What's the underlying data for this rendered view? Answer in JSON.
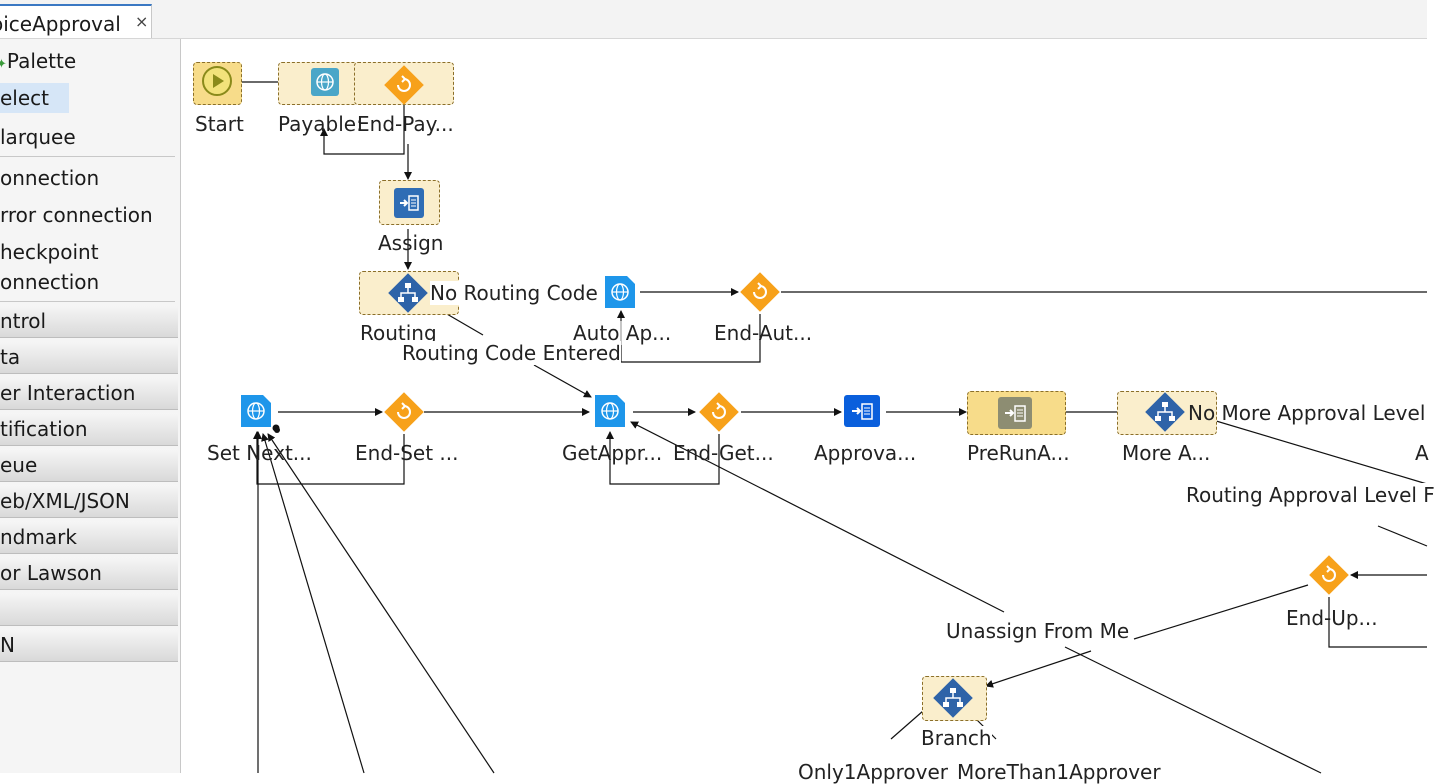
{
  "tab": {
    "title": "oiceApproval",
    "close": "×"
  },
  "palette": {
    "header": "Palette",
    "tools": [
      "elect",
      "larquee"
    ],
    "connections": [
      "onnection",
      "rror connection",
      "heckpoint",
      "onnection"
    ],
    "drawers": [
      "ntrol",
      "ta",
      "er Interaction",
      "tification",
      "eue",
      "eb/XML/JSON",
      "ndmark",
      "or Lawson",
      "",
      "N"
    ]
  },
  "nodes": {
    "start": "Start",
    "payables": "Payable:",
    "end_pay": "End-Pay...",
    "assign": "Assign",
    "routing": "Routing",
    "auto_ap": "Auto Ap...",
    "end_aut": "End-Aut...",
    "set_next": "Set Next...",
    "end_set": "End-Set ...",
    "get_appr": "GetAppr...",
    "end_get": "End-Get...",
    "approva": "Approva...",
    "prerun": "PreRunA...",
    "more_a": "More A...",
    "cut_a": "A",
    "end_up": "End-Up...",
    "branch": "Branch"
  },
  "edges": {
    "no_routing_code": "No Routing Code",
    "routing_code_entered": "Routing Code Entered",
    "no_more_approval": "No More Approval Level",
    "routing_approval_level": "Routing Approval Level F",
    "unassign_from_me": "Unassign From Me",
    "only1_approver": "Only1Approver",
    "more_than1_approver": "MoreThan1Approver"
  },
  "colors": {
    "node_fill": "#faeecc",
    "node_fill_dark": "#f7dc8a",
    "diamond": "#f7a11a",
    "web_icon": "#1e96ea",
    "routing_diamond": "#2e63a8",
    "assign_icon": "#2f6db5"
  }
}
